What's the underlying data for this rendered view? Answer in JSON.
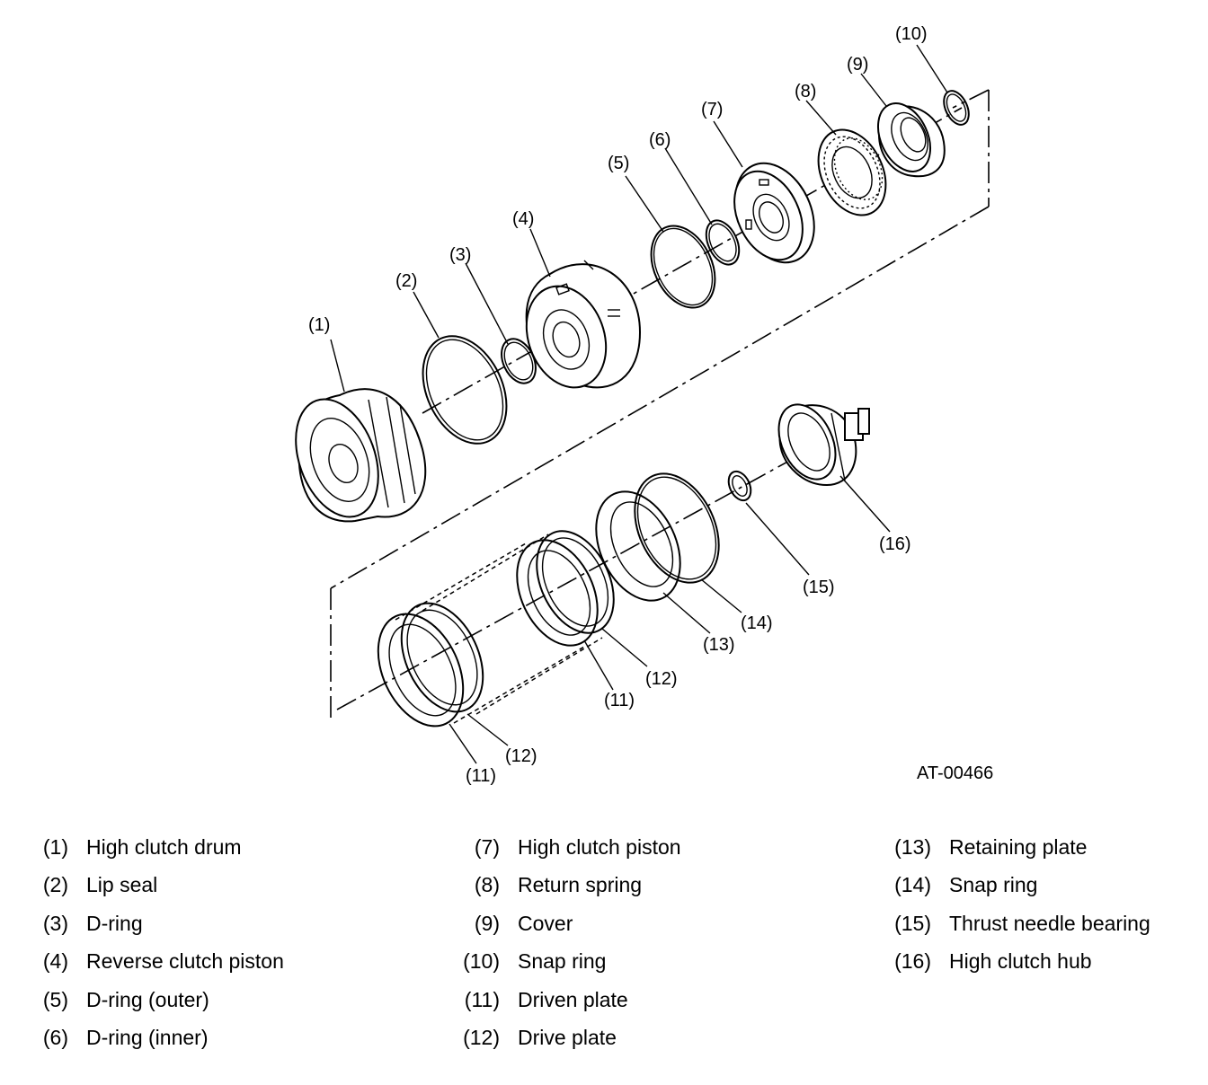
{
  "figure_code": "AT-00466",
  "callouts": [
    "(1)",
    "(2)",
    "(3)",
    "(4)",
    "(5)",
    "(6)",
    "(7)",
    "(8)",
    "(9)",
    "(10)",
    "(11)",
    "(12)",
    "(13)",
    "(14)",
    "(15)",
    "(16)",
    "(11)",
    "(12)"
  ],
  "legend": [
    {
      "num": "(1)",
      "label": "High clutch drum"
    },
    {
      "num": "(2)",
      "label": "Lip seal"
    },
    {
      "num": "(3)",
      "label": "D-ring"
    },
    {
      "num": "(4)",
      "label": "Reverse clutch piston"
    },
    {
      "num": "(5)",
      "label": "D-ring (outer)"
    },
    {
      "num": "(6)",
      "label": "D-ring (inner)"
    },
    {
      "num": "(7)",
      "label": "High clutch piston"
    },
    {
      "num": "(8)",
      "label": "Return spring"
    },
    {
      "num": "(9)",
      "label": "Cover"
    },
    {
      "num": "(10)",
      "label": "Snap ring"
    },
    {
      "num": "(11)",
      "label": "Driven plate"
    },
    {
      "num": "(12)",
      "label": "Drive plate"
    },
    {
      "num": "(13)",
      "label": "Retaining plate"
    },
    {
      "num": "(14)",
      "label": "Snap ring"
    },
    {
      "num": "(15)",
      "label": "Thrust needle bearing"
    },
    {
      "num": "(16)",
      "label": "High clutch hub"
    }
  ]
}
